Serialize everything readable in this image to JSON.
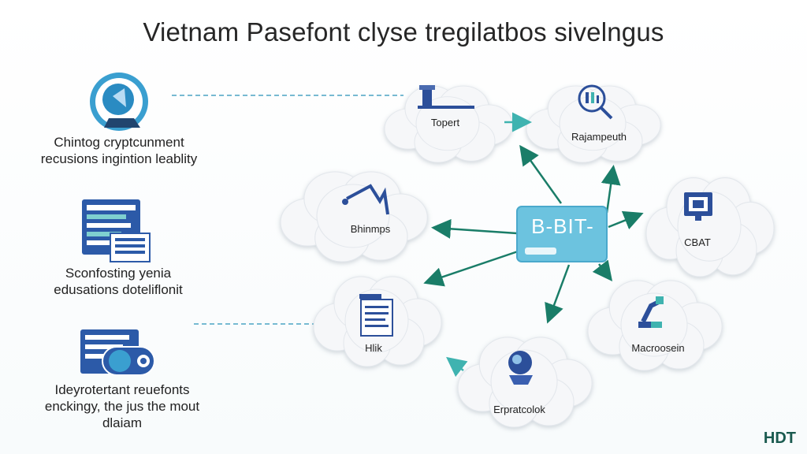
{
  "title": "Vietnam  Pasefont clyse tregilatbos sivelngus",
  "left_panels": [
    {
      "lines": [
        "Chintog cryptcunment",
        "recusions ingintion leablity"
      ]
    },
    {
      "lines": [
        "Sconfosting yenia",
        "edusations doteliflonit"
      ]
    },
    {
      "lines": [
        "Ideyrotertant reuefonts",
        "enckingy, the jus the mout",
        "dlaiam"
      ]
    }
  ],
  "hub": {
    "label": "B-BIT-"
  },
  "nodes": [
    {
      "label": "Topert"
    },
    {
      "label": "Rajampeuth"
    },
    {
      "label": "Bhinmps"
    },
    {
      "label": "CBAT"
    },
    {
      "label": "Hlik"
    },
    {
      "label": "Macroosein"
    },
    {
      "label": "Erpratcolok"
    }
  ],
  "corner_mark": "HDT",
  "colors": {
    "arrow": "#1a7d68",
    "arrow_light": "#3fb3b0",
    "hub_fill": "#6cc3df",
    "cloud": "#f6f7f9",
    "icon_blue": "#2c4f9a",
    "dashed": "#4aa3c4"
  }
}
